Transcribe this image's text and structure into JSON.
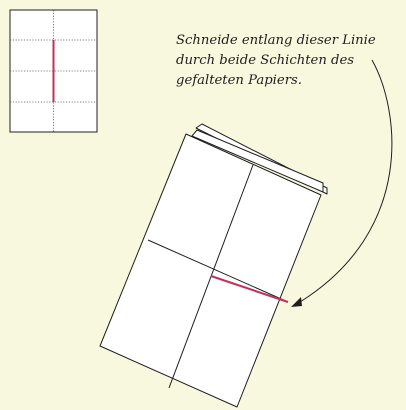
{
  "instruction": {
    "lines": [
      "Schneide entlang dieser Linie",
      "durch beide Schichten des",
      "gefalteten Papiers."
    ]
  },
  "colors": {
    "background": "#f8f8df",
    "paper": "#ffffff",
    "outline": "#1f1f1f",
    "fold_line": "#555555",
    "cut_line": "#c0305a"
  }
}
